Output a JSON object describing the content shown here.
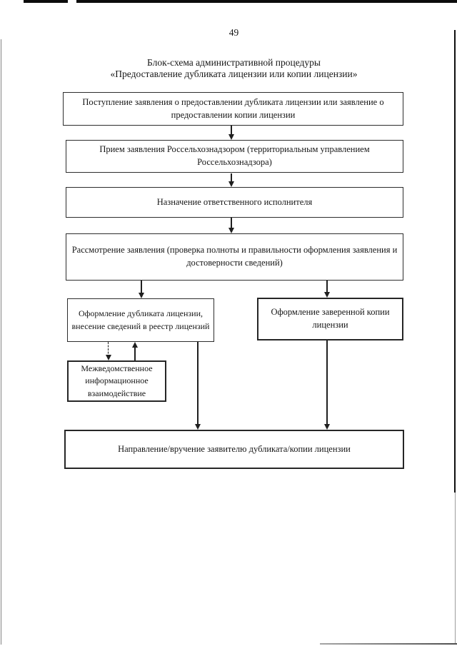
{
  "page": {
    "number": "49",
    "title_line1": "Блок-схема административной процедуры",
    "title_line2": "«Предоставление дубликата лицензии или копии лицензии»"
  },
  "flowchart": {
    "nodes": [
      {
        "id": "intake",
        "label": "Поступление заявления о предоставлении дубликата лицензии или заявление о предоставлении копии лицензии"
      },
      {
        "id": "reception",
        "label": "Прием заявления Россельхознадзором (территориальным управлением Россельхознадзора)"
      },
      {
        "id": "assignment",
        "label": "Назначение ответственного исполнителя"
      },
      {
        "id": "review",
        "label": "Рассмотрение заявления (проверка полноты и правильности оформления заявления и достоверности сведений)"
      },
      {
        "id": "duplicate",
        "label": "Оформление дубликата лицензии, внесение сведений в реестр лицензий"
      },
      {
        "id": "copy",
        "label": "Оформление заверенной копии лицензии"
      },
      {
        "id": "interagency",
        "label": "Межведомственное информационное взаимодействие"
      },
      {
        "id": "delivery",
        "label": "Направление/вручение заявителю дубликата/копии лицензии"
      }
    ],
    "edges": [
      {
        "from": "intake",
        "to": "reception",
        "style": "solid"
      },
      {
        "from": "reception",
        "to": "assignment",
        "style": "solid"
      },
      {
        "from": "assignment",
        "to": "review",
        "style": "solid"
      },
      {
        "from": "review",
        "to": "duplicate",
        "style": "solid"
      },
      {
        "from": "review",
        "to": "copy",
        "style": "solid"
      },
      {
        "from": "duplicate",
        "to": "interagency",
        "style": "dashed"
      },
      {
        "from": "interagency",
        "to": "duplicate",
        "style": "solid"
      },
      {
        "from": "duplicate",
        "to": "delivery",
        "style": "solid"
      },
      {
        "from": "copy",
        "to": "delivery",
        "style": "solid"
      }
    ],
    "ink_color": "#1f1f1f"
  }
}
